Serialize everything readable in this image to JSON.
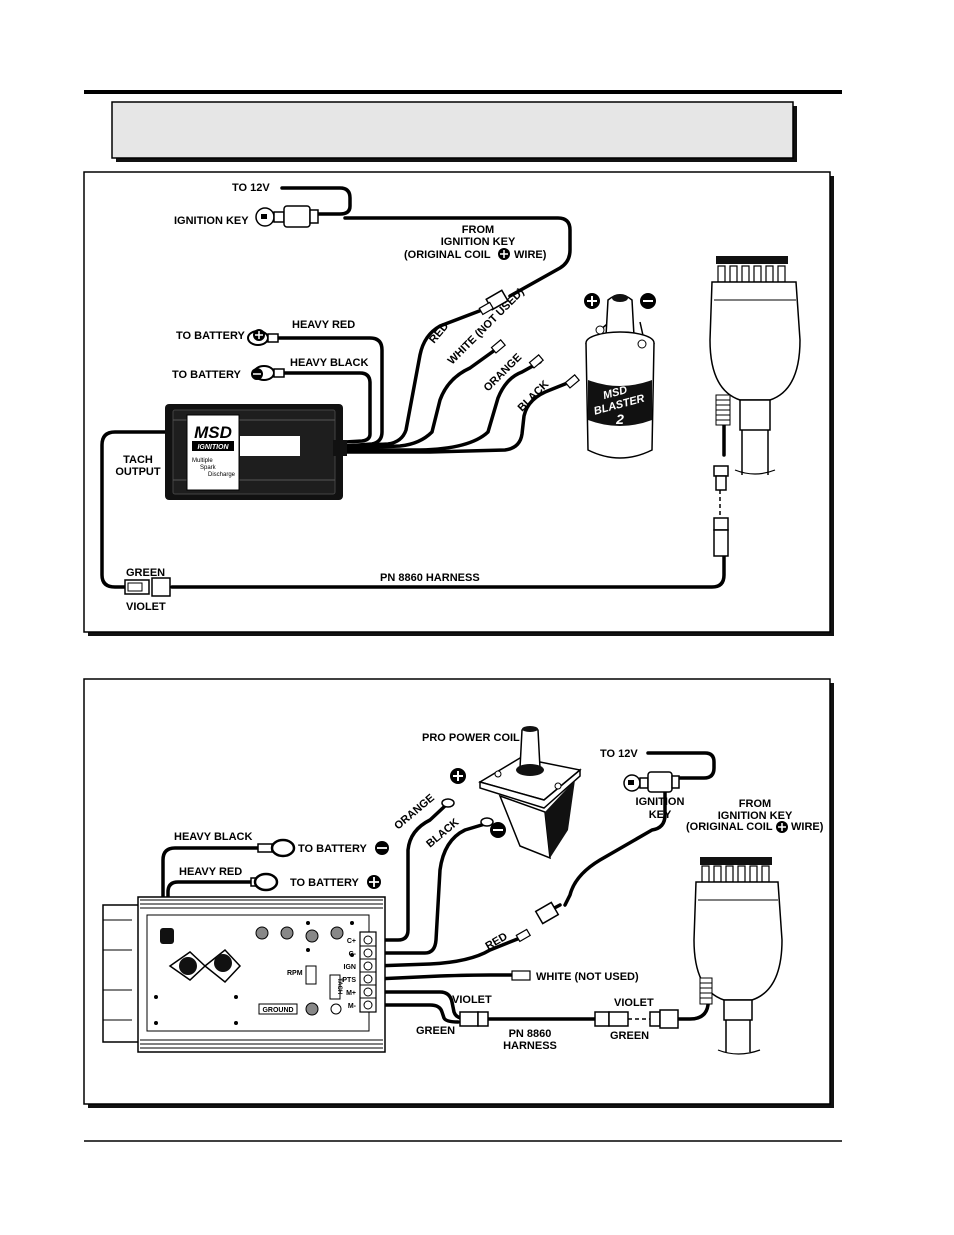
{
  "diagram1": {
    "to_12v": "TO 12V",
    "ignition_key": "IGNITION KEY",
    "from_key_1": "FROM",
    "from_key_2": "IGNITION KEY",
    "from_key_3a": "(ORIGINAL COIL",
    "from_key_3b": "WIRE)",
    "to_battery_pos": "TO BATTERY",
    "heavy_red": "HEAVY RED",
    "to_battery_neg": "TO BATTERY",
    "heavy_black": "HEAVY BLACK",
    "wire_red": "RED",
    "wire_white": "WHITE (NOT USED)",
    "wire_orange": "ORANGE",
    "wire_black": "BLACK",
    "msd_brand": "MSD",
    "msd_ignition": "IGNITION",
    "msd_desc_1": "Multiple",
    "msd_desc_2": "Spark",
    "msd_desc_3": "Discharge",
    "coil_brand": "MSD",
    "coil_name": "BLASTER",
    "coil_num": "2",
    "tach_1": "TACH",
    "tach_2": "OUTPUT",
    "green": "GREEN",
    "violet": "VIOLET",
    "harness": "PN 8860 HARNESS"
  },
  "diagram2": {
    "pro_power_coil": "PRO POWER COIL",
    "to_12v": "TO 12V",
    "ignition": "IGNITION",
    "key": "KEY",
    "from_key_1": "FROM",
    "from_key_2": "IGNITION KEY",
    "from_key_3a": "(ORIGINAL COIL",
    "from_key_3b": "WIRE)",
    "heavy_black": "HEAVY BLACK",
    "to_battery_neg": "TO BATTERY",
    "heavy_red": "HEAVY RED",
    "to_battery_pos": "TO BATTERY",
    "wire_orange": "ORANGE",
    "wire_black": "BLACK",
    "wire_red": "RED",
    "wire_white": "WHITE (NOT USED)",
    "violet_1": "VIOLET",
    "green_1": "GREEN",
    "harness_1": "PN 8860",
    "harness_2": "HARNESS",
    "violet_2": "VIOLET",
    "green_2": "GREEN",
    "rpm": "RPM",
    "tach": "TACH",
    "ground": "GROUND",
    "terminals": [
      "C+",
      "C-",
      "IGN",
      "PTS",
      "M+",
      "M-"
    ]
  }
}
